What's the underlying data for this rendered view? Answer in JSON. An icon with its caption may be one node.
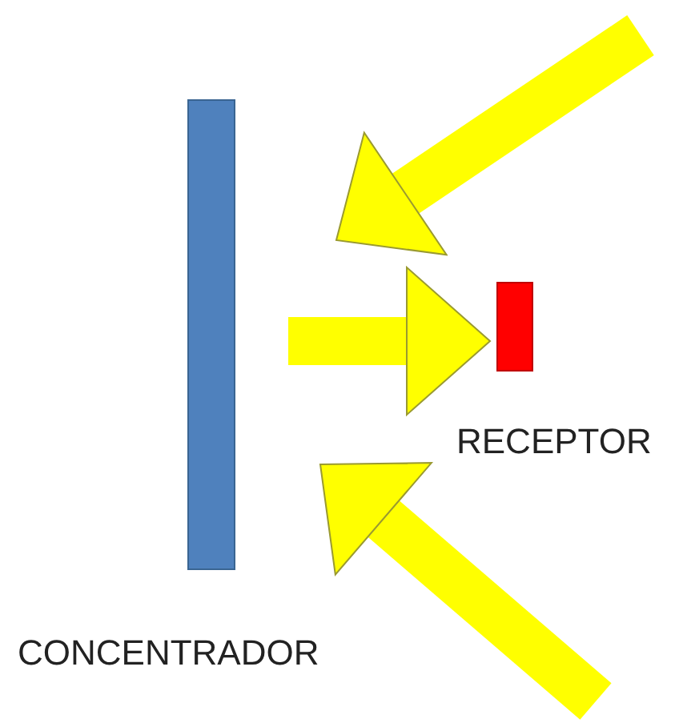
{
  "diagram": {
    "nodes": [
      {
        "text": [
          "CONCENTRADOR"
        ]
      },
      {
        "text": [
          "RECEPTOR"
        ]
      }
    ],
    "edges": [
      {
        "from": null,
        "to": 0,
        "arrow": "to"
      },
      {
        "from": 0,
        "to": 1,
        "arrow": "to"
      },
      {
        "from": null,
        "to": 0,
        "arrow": "to"
      }
    ]
  }
}
